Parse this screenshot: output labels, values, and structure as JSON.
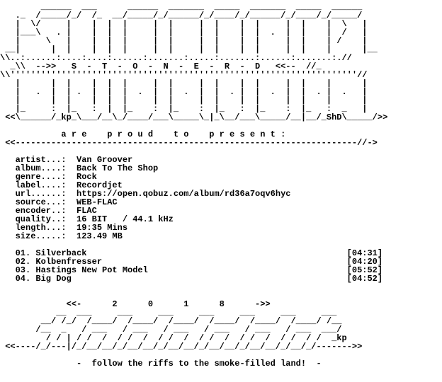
{
  "nfo": {
    "banner_top": [
      "        ______  ___      ______  _______  _____  _______  _____  ______",
      "   ._  /_____/_/  /_  __/_____/_/______/_/____/_/______/_/____/_/_____/",
      "   |  \\/     |    |  |  |     |  |     |  |    |  |     |  |    |  \\   |",
      "   |___\\   . |    |  |  |     |  |     |  |    |  |  .  |  |    |  /   |",
      "   |     \\   |    |  |  |     |  |     |  |    |  |     |  |    | /    |",
      " __|      |  |    |  |  |     |  |     |  |    |  |     |  |    |      |__"
    ],
    "divider_1": "\\\\..:......:....:....:......:.......:.....:.......:......:.......:.//",
    "stonerd_line": "  _\\\\  -->>   S  -  T  -  O  -  N  -  E  -  R  -  D   <<--  //_",
    "divider_2": "\\\\''''''''''''''''''''''''''''''''''''''''''''''''''''''''''''''''''''//",
    "banner_mid": [
      "   |      |  |    |  |  |     |  |     |  |    |  |     |  |    |      |",
      "   |   .  |  | .  |  |  |  .  |  |  .  |  |  . |  |  .  |  |  . |  .   |",
      "   |      |  |    |  |  |     |  |     |  |    |  |     |  |    |      |",
      "   |_     :  |_   :  |  |_    :  |_    :  |_   :  |_    :  |_   :  _   |"
    ],
    "banner_bottom": " <<\\______/_kp_\\___/__\\_/____/___\\_____\\_|_\\__/___\\_____/__|__/_ShD\\_____/>>",
    "present_line": "            a r e    p r o u d    t o    p r e s e n t :",
    "present_rule": " <<-------------------------------------------------------------------//->",
    "info_rows": [
      "   artist...:  Van Groover",
      "   album....:  Back To The Shop",
      "   genre....:  Rock",
      "   label....:  Recordjet",
      "   url......:  https://open.qobuz.com/album/rd36a7oqv6hyc",
      "   source...:  WEB-FLAC",
      "   encoder..:  FLAC",
      "   quality..:  16 BIT   / 44.1 kHz",
      "   length...:  19:35 Mins",
      "   size.....:  123.49 MB"
    ],
    "tracks": [
      "   01. Silverback                                                   [04:31]",
      "   02. Kolbenfresser                                                [04:20]",
      "   03. Hastings New Pot Model                                       [05:52]",
      "   04. Big Dog                                                      [04:52]"
    ],
    "year_line": "             <<-      2      0      1      8      ->>",
    "banner_year": [
      "           __  ___     ___     ___     ___     ___     ___     ___",
      "        __/ /_/  /____/  /____/  /____/  /____/  /____/  /____/ /__",
      "       /__  _   / ___   / ___   / ___   / ___   / ___   / ___  ___/",
      "         / / | / /  /  / /  /  / /  /  / /  /  / /  /  / /  / /  _kp",
      " <<----/_/---|/_/__/__/_/__/__/_/__/__/_/__/__/_/__/__/_/__/_/------->>"
    ],
    "footer": "               -  follow the riffs to the smoke-filled land!  -"
  }
}
